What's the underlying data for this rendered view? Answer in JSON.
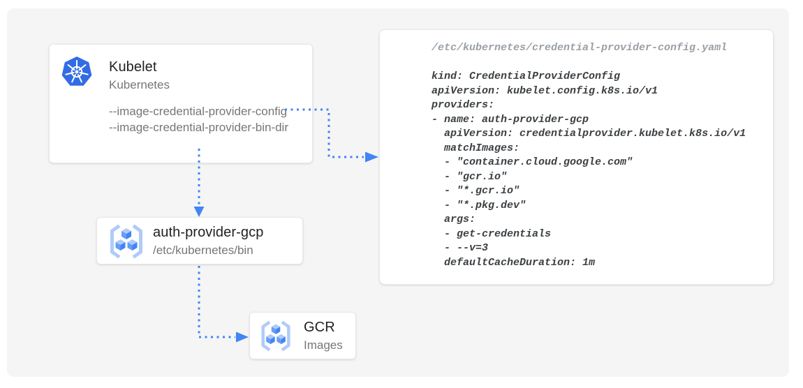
{
  "diagram": {
    "nodes": {
      "kubelet": {
        "title": "Kubelet",
        "subtitle": "Kubernetes",
        "flag_config": "--image-credential-provider-config",
        "flag_bin_dir": "--image-credential-provider-bin-dir"
      },
      "auth_provider": {
        "title": "auth-provider-gcp",
        "subtitle": "/etc/kubernetes/bin"
      },
      "gcr": {
        "title": "GCR",
        "subtitle": "Images"
      }
    },
    "code_panel": {
      "filename": "/etc/kubernetes/credential-provider-config.yaml",
      "code": "kind: CredentialProviderConfig\napiVersion: kubelet.config.k8s.io/v1\nproviders:\n- name: auth-provider-gcp\n  apiVersion: credentialprovider.kubelet.k8s.io/v1\n  matchImages:\n  - \"container.cloud.google.com\"\n  - \"gcr.io\"\n  - \"*.gcr.io\"\n  - \"*.pkg.dev\"\n  args:\n  - get-credentials\n  - --v=3\n  defaultCacheDuration: 1m"
    },
    "icons": {
      "kubelet": "kubernetes-helm-icon",
      "auth_provider": "container-registry-icon",
      "gcr": "container-registry-icon"
    },
    "colors": {
      "arrow_blue": "#4285F4",
      "diagram_background": "#F5F5F5",
      "card_background": "#FFFFFF",
      "title_text": "#212121",
      "muted_text": "#767676",
      "code_text": "#3C4043",
      "code_filename_text": "#9AA0A6",
      "kubernetes_blue": "#326CE5",
      "registry_light_blue": "#AECBFA",
      "registry_mid_blue": "#669DF6",
      "registry_dark_blue": "#4285F4"
    }
  }
}
